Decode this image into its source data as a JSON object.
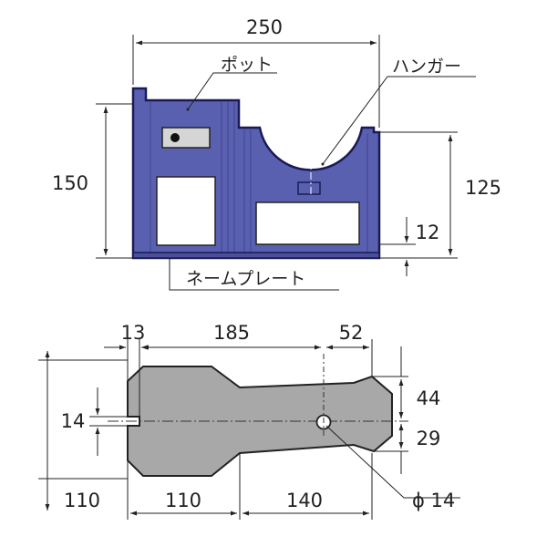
{
  "side_view": {
    "labels": {
      "pot": "ポット",
      "hanger": "ハンガー",
      "nameplate": "ネームプレート"
    },
    "dimensions": {
      "width": "250",
      "height": "150",
      "hanger_height": "125",
      "base_height": "12"
    }
  },
  "plan_view": {
    "dimensions": {
      "left_offset": "13",
      "middle_length": "185",
      "right_offset": "52",
      "slot_width": "14",
      "upper_half": "44",
      "lower_half": "29",
      "overall_left": "110",
      "neck_to_left": "110",
      "neck_to_right": "140",
      "hole_diameter": "ϕ 14"
    }
  },
  "colors": {
    "body_fill": "#5a60b0",
    "body_stroke": "#1a1a55",
    "plan_fill": "#a8a8a8",
    "line": "#222222"
  }
}
